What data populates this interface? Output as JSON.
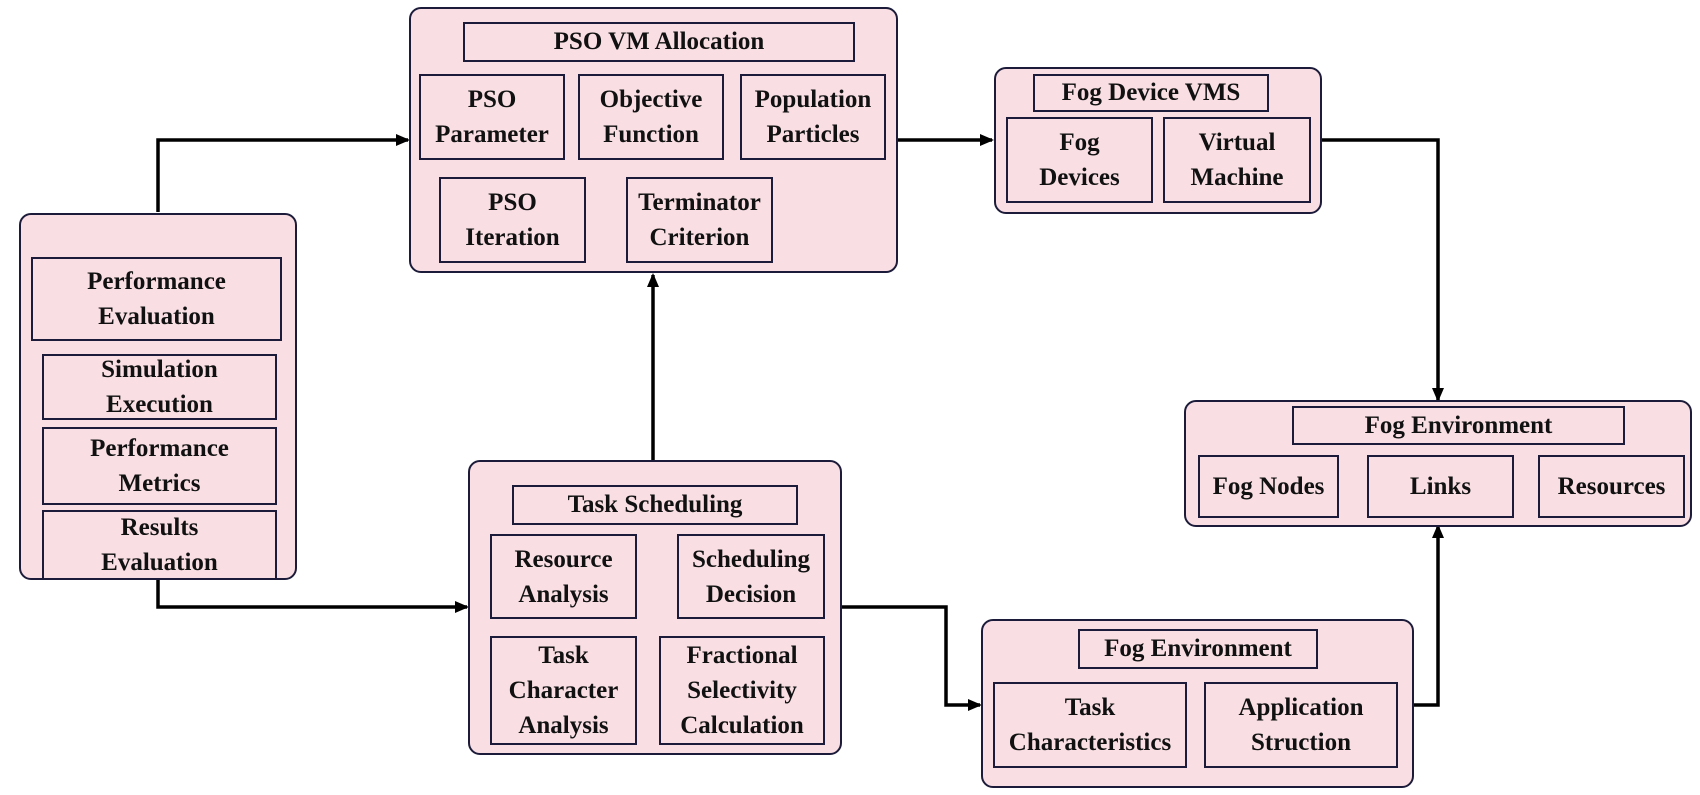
{
  "pso": {
    "title": "PSO VM Allocation",
    "parameter": "PSO\nParameter",
    "objective": "Objective\nFunction",
    "population": "Population\nParticles",
    "iteration": "PSO\nIteration",
    "terminator": "Terminator\nCriterion"
  },
  "fog_vms": {
    "title": "Fog Device VMS",
    "devices": "Fog\nDevices",
    "vm": "Virtual\nMachine"
  },
  "performance": {
    "title": "Performance\nEvaluation",
    "simulation": "Simulation\nExecution",
    "metrics": "Performance\nMetrics",
    "results": "Results\nEvaluation"
  },
  "fog_env_top": {
    "title": "Fog Environment",
    "nodes": "Fog Nodes",
    "links": "Links",
    "resources": "Resources"
  },
  "task_scheduling": {
    "title": "Task Scheduling",
    "resource_analysis": "Resource\nAnalysis",
    "scheduling_decision": "Scheduling\nDecision",
    "task_character": "Task\nCharacter\nAnalysis",
    "fractional": "Fractional\nSelectivity\nCalculation"
  },
  "fog_env_bottom": {
    "title": "Fog Environment",
    "task_characteristics": "Task\nCharacteristics",
    "application": "Application\nStruction"
  },
  "colors": {
    "box_fill": "#f9dfe4",
    "border": "#1c1c3a",
    "arrow": "#000000"
  }
}
